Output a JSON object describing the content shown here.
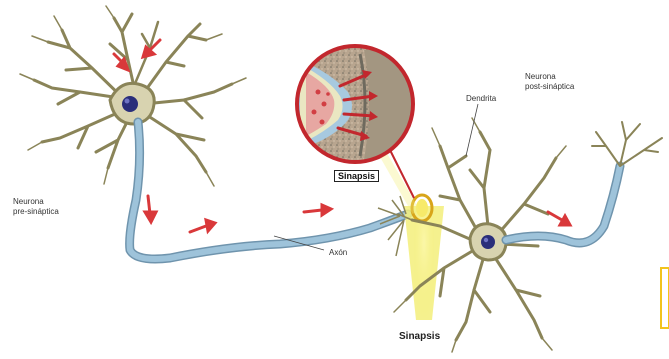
{
  "labels": {
    "pre_neuron_line1": "Neurona",
    "pre_neuron_line2": "pre-sináptica",
    "axon": "Axón",
    "dendrite": "Dendrita",
    "post_neuron_line1": "Neurona",
    "post_neuron_line2": "post-sináptica",
    "synapse_inset": "Sinapsis",
    "synapse_bottom": "Sinapsis"
  },
  "colors": {
    "axon": "#9ec3da",
    "neuron_body": "#8a8458",
    "nucleus": "#2a2e7a",
    "arrow": "#d9383a",
    "synapse_glow": "#f3ee7a",
    "inset_border": "#c2272d",
    "right_edge_tab": "#f2c41c"
  }
}
